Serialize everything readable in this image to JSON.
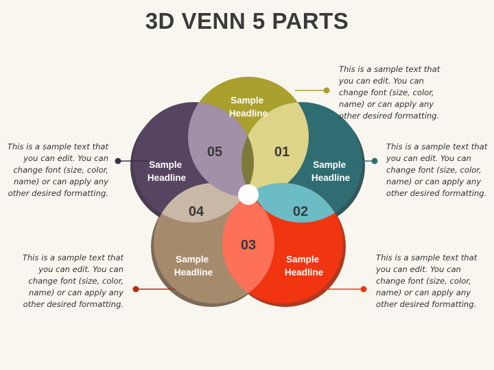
{
  "title": "3D VENN 5 PARTS",
  "colors": {
    "background": "#f9f6ef",
    "olive": "#a9a02d",
    "teal": "#2f6d72",
    "red": "#f03510",
    "brown": "#a68a6c",
    "purple": "#564560"
  },
  "parts": [
    {
      "number": "01",
      "headline": "Sample\nHeadline",
      "text": "This is a sample text that you can edit. You can change font (size, color, name) or can apply any other desired formatting."
    },
    {
      "number": "02",
      "headline": "Sample\nHeadline",
      "text": "This is a sample text that you can edit. You can change font (size, color, name) or can apply any other desired formatting."
    },
    {
      "number": "03",
      "headline": "Sample\nHeadline",
      "text": "This is a sample text that you can edit. You can change font (size, color, name) or can apply any other desired formatting."
    },
    {
      "number": "04",
      "headline": "Sample\nHeadline",
      "text": "This is a sample text that you can edit. You can change font (size, color, name) or can apply any other desired formatting."
    },
    {
      "number": "05",
      "headline": "Sample\nHeadline",
      "text": "This is a sample text that you can edit. You can change font (size, color, name) or can apply any other desired formatting."
    }
  ]
}
